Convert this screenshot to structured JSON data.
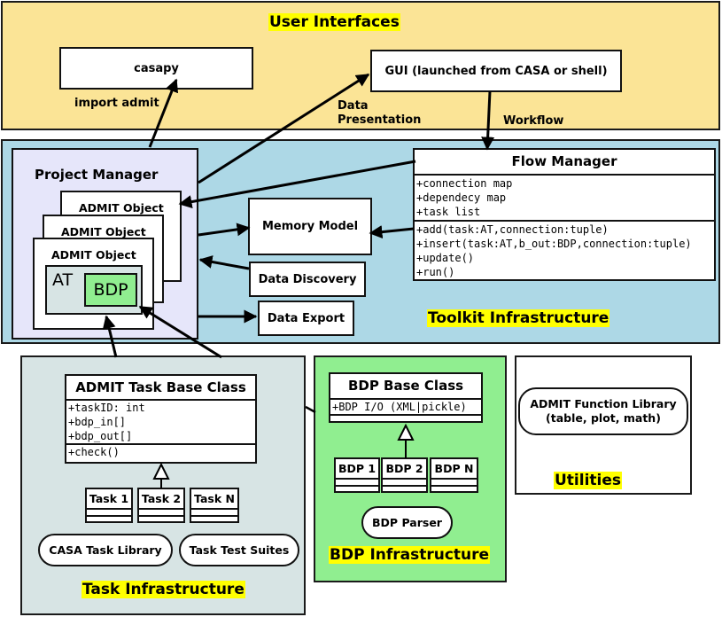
{
  "regions": {
    "user_interfaces": "User Interfaces",
    "toolkit": "Toolkit Infrastructure",
    "task": "Task Infrastructure",
    "bdp": "BDP Infrastructure",
    "utilities": "Utilities"
  },
  "user_interfaces": {
    "casapy": "casapy",
    "gui": "GUI (launched from CASA or shell)",
    "import_label": "import admit",
    "data_presentation_line1": "Data",
    "data_presentation_line2": "Presentation",
    "workflow_label": "Workflow"
  },
  "project_manager": {
    "title": "Project Manager",
    "admit_objects": [
      "ADMIT Object",
      "ADMIT Object",
      "ADMIT Object"
    ],
    "at_label": "AT",
    "bdp_label": "BDP"
  },
  "toolkit": {
    "memory_model": "Memory Model",
    "data_discovery": "Data Discovery",
    "data_export": "Data Export"
  },
  "flow_manager": {
    "title": "Flow Manager",
    "attributes": [
      "+connection map",
      "+dependecy map",
      "+task list"
    ],
    "methods": [
      "+add(task:AT,connection:tuple)",
      "+insert(task:AT,b_out:BDP,connection:tuple)",
      "+update()",
      "+run()"
    ]
  },
  "task_base": {
    "title": "ADMIT Task Base Class",
    "attributes": [
      "+taskID: int",
      "+bdp_in[]",
      "+bdp_out[]"
    ],
    "methods": [
      "+check()"
    ],
    "subclasses": [
      "Task 1",
      "Task 2",
      "Task N"
    ],
    "libraries": [
      "CASA Task Library",
      "Task Test Suites"
    ]
  },
  "bdp_base": {
    "title": "BDP Base Class",
    "attributes": [
      "+BDP I/O (XML|pickle)"
    ],
    "subclasses": [
      "BDP 1",
      "BDP 2",
      "BDP N"
    ],
    "parser": "BDP Parser"
  },
  "utilities": {
    "function_library_line1": "ADMIT Function Library",
    "function_library_line2": "(table, plot, math)"
  },
  "colors": {
    "user_interfaces_bg": "#fbe496",
    "toolkit_bg": "#add8e6",
    "project_manager_bg": "#e6e6fa",
    "task_bg": "#d7e4e4",
    "bdp_bg": "#90ee90",
    "highlight": "#ffff00"
  }
}
